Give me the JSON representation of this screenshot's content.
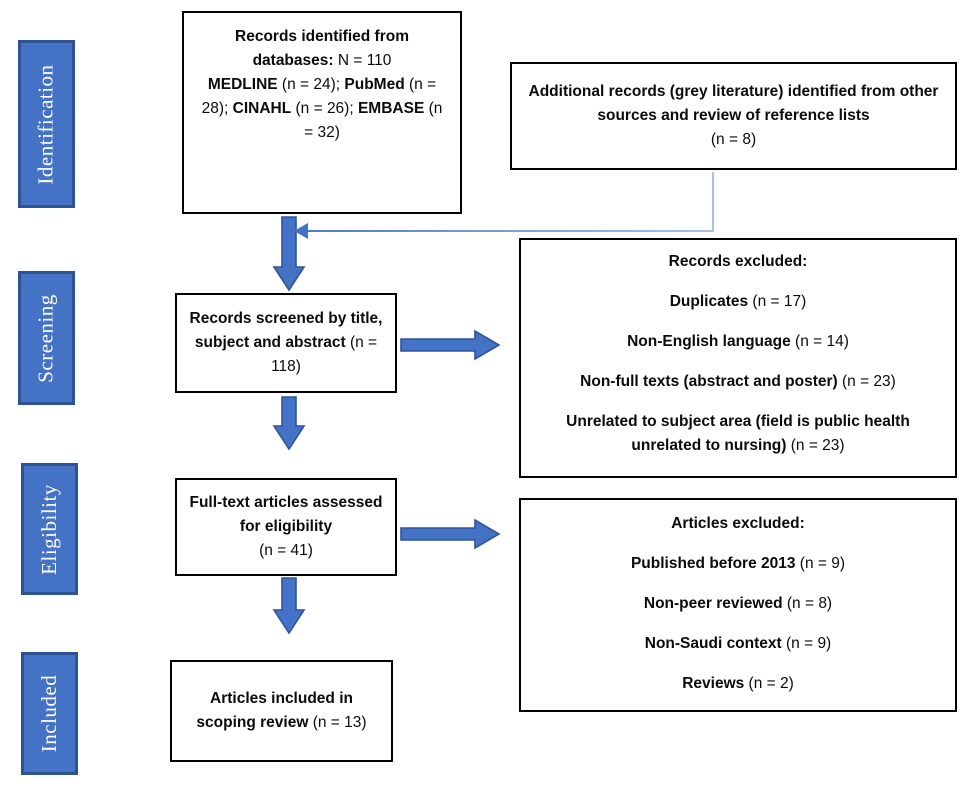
{
  "palette": {
    "stage_fill": "#4472C4",
    "stage_border": "#2E5395",
    "arrow_fill": "#4472C4",
    "arrow_stroke": "#2F5597",
    "connector_dark": "#4F7AC8",
    "connector_light": "#A9C0E8",
    "box_border": "#000000"
  },
  "sidebar": {
    "stages": [
      {
        "label": "Identification"
      },
      {
        "label": "Screening"
      },
      {
        "label": "Eligibility"
      },
      {
        "label": "Included"
      }
    ]
  },
  "boxes": {
    "identified": {
      "title_bold": "Records identified from databases:",
      "title_normal": " N = 110",
      "sources": [
        {
          "bold": "MEDLINE",
          "normal": " (n = 24); "
        },
        {
          "bold": "PubMed",
          "normal": " (n = 28); "
        },
        {
          "bold": "CINAHL",
          "normal": " (n = 26); "
        },
        {
          "bold": "EMBASE",
          "normal": " (n = 32)"
        }
      ]
    },
    "additional": {
      "bold": "Additional records (grey literature) identified from other sources and review of reference lists",
      "normal": "(n = 8)"
    },
    "screened": {
      "bold": "Records screened by title, subject and abstract",
      "normal": " (n = 118)"
    },
    "records_excluded": {
      "title": "Records excluded:",
      "items": [
        {
          "bold": "Duplicates",
          "normal": " (n = 17)"
        },
        {
          "bold": "Non-English language",
          "normal": " (n = 14)"
        },
        {
          "bold": "Non-full texts (abstract and poster)",
          "normal": " (n = 23)"
        },
        {
          "bold": "Unrelated to subject area (field is public health unrelated to nursing)",
          "normal": " (n = 23)"
        }
      ]
    },
    "fulltext": {
      "bold": "Full-text articles assessed for eligibility",
      "normal": "(n = 41)"
    },
    "articles_excluded": {
      "title": "Articles excluded:",
      "items": [
        {
          "bold": "Published before 2013",
          "normal": " (n = 9)"
        },
        {
          "bold": "Non-peer reviewed",
          "normal": " (n = 8)"
        },
        {
          "bold": "Non-Saudi context",
          "normal": " (n = 9)"
        },
        {
          "bold": "Reviews",
          "normal": " (n = 2)"
        }
      ]
    },
    "included": {
      "bold": "Articles included in scoping review",
      "normal": " (n = 13)"
    }
  }
}
